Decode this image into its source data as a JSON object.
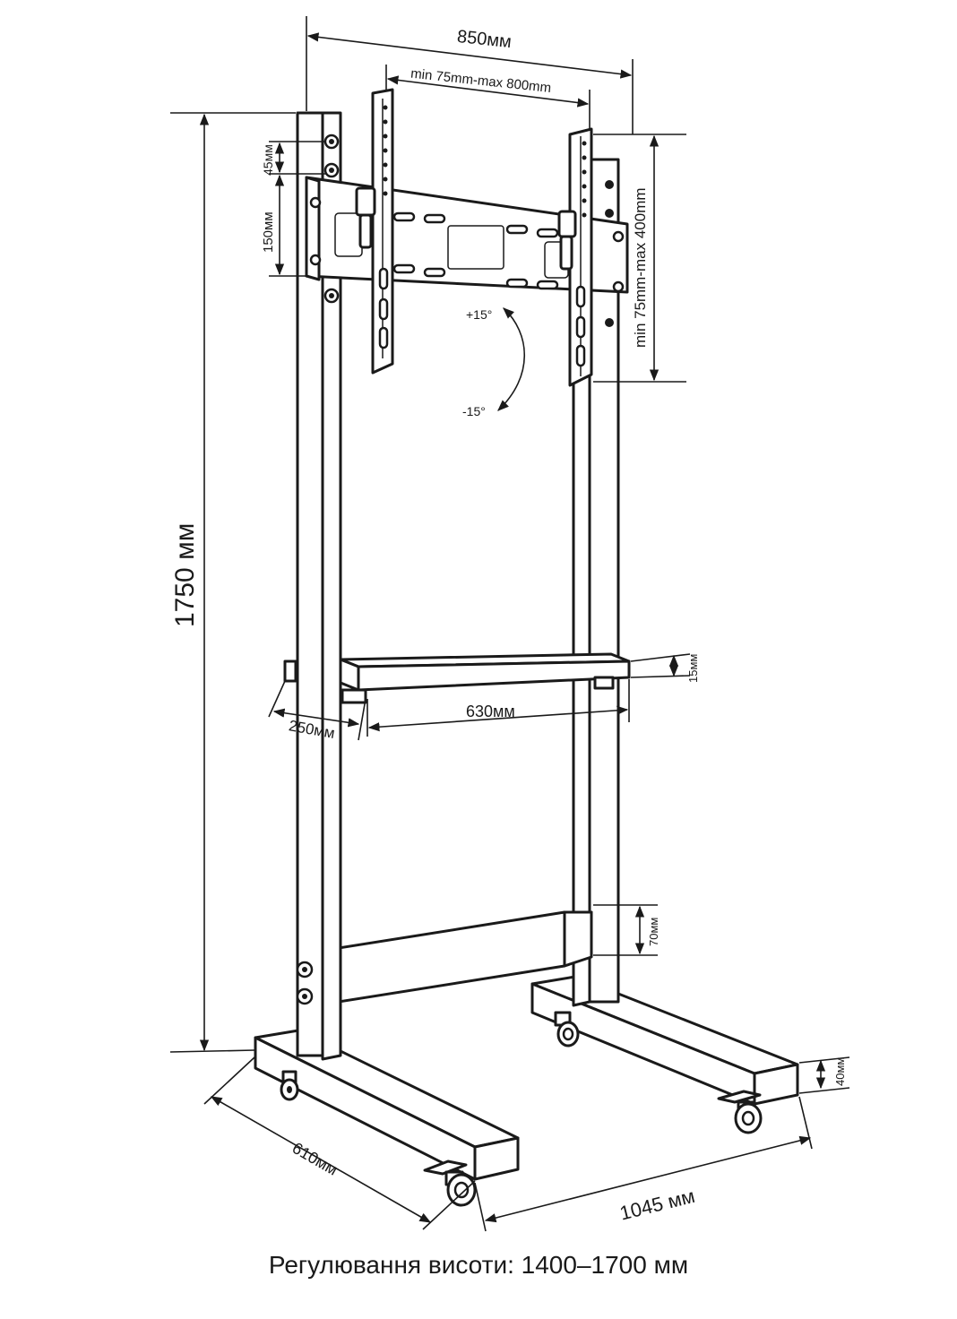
{
  "dimensions": {
    "frame_width": "850мм",
    "vesa_horizontal": "min 75mm-max 800mm",
    "vesa_vertical": "min 75mm-max 400mm",
    "hole_spacing_45": "45мм",
    "hole_spacing_150": "150мм",
    "total_height": "1750 мм",
    "shelf_thickness": "15мм",
    "shelf_width": "630мм",
    "shelf_depth": "250мм",
    "crossbar_height": "70мм",
    "base_height": "40мм",
    "base_depth": "610мм",
    "base_length": "1045 мм"
  },
  "tilt": {
    "up": "+15°",
    "down": "-15°"
  },
  "caption": "Регулювання висоти: 1400–1700 мм"
}
